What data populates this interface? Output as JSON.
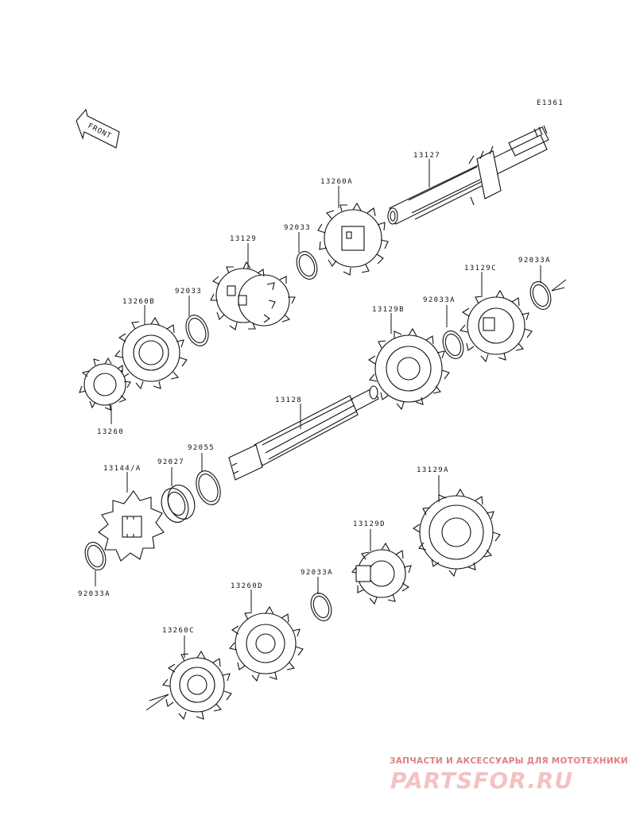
{
  "diagram": {
    "ref_code": "E1361",
    "front_label": "FRONT",
    "labels": {
      "p13127": "13127",
      "p13260A": "13260A",
      "p92033_1": "92033",
      "p13129": "13129",
      "p92033_2": "92033",
      "p13260B": "13260B",
      "p13260": "13260",
      "p13129C": "13129C",
      "p92033A_1": "92033A",
      "p92033A_2": "92033A",
      "p13129B": "13129B",
      "p13128": "13128",
      "p13144A": "13144/A",
      "p92027": "92027",
      "p92055": "92055",
      "p92033A_3": "92033A",
      "p13129A": "13129A",
      "p13129D": "13129D",
      "p92033A_4": "92033A",
      "p13260D": "13260D",
      "p13260C": "13260C"
    }
  },
  "watermark": {
    "caption": "ЗАПЧАСТИ И АКСЕССУАРЫ ДЛЯ МОТОТЕХНИКИ",
    "logo": "PARTSFOR.RU"
  }
}
